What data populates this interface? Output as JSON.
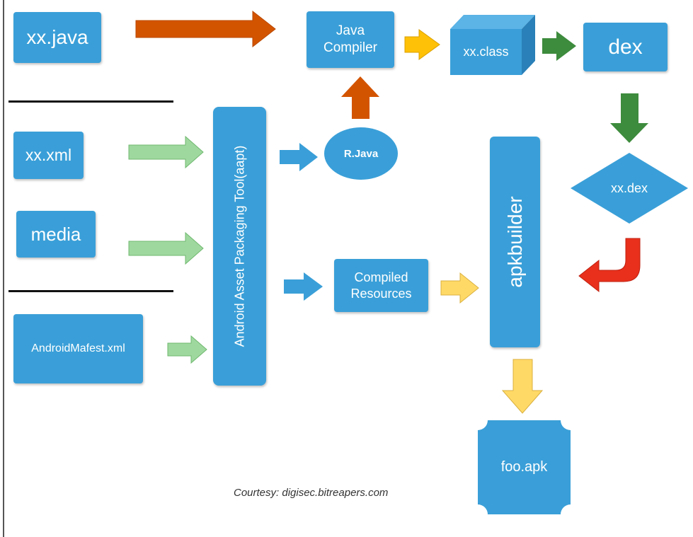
{
  "nodes": {
    "xx_java": "xx.java",
    "java_compiler": "Java\nCompiler",
    "xx_class": "xx.class",
    "dex": "dex",
    "xx_xml": "xx.xml",
    "media": "media",
    "android_manifest": "AndroidMafest.xml",
    "aapt": "Android Asset Packaging Tool(aapt)",
    "r_java": "R.Java",
    "apkbuilder": "apkbuilder",
    "xx_dex": "xx.dex",
    "compiled_resources": "Compiled\nResources",
    "foo_apk": "foo.apk"
  },
  "courtesy": "Courtesy: digisec.bitreapers.com",
  "colors": {
    "node_blue": "#3a9fd8",
    "arrow_orange_dark": "#d35400",
    "arrow_yellow": "#ffc107",
    "arrow_green_dark": "#3d8b3d",
    "arrow_green_light": "#9fd89f",
    "arrow_blue": "#3a9fd8",
    "arrow_red": "#e8301c",
    "arrow_yellow_light": "#ffd966"
  }
}
